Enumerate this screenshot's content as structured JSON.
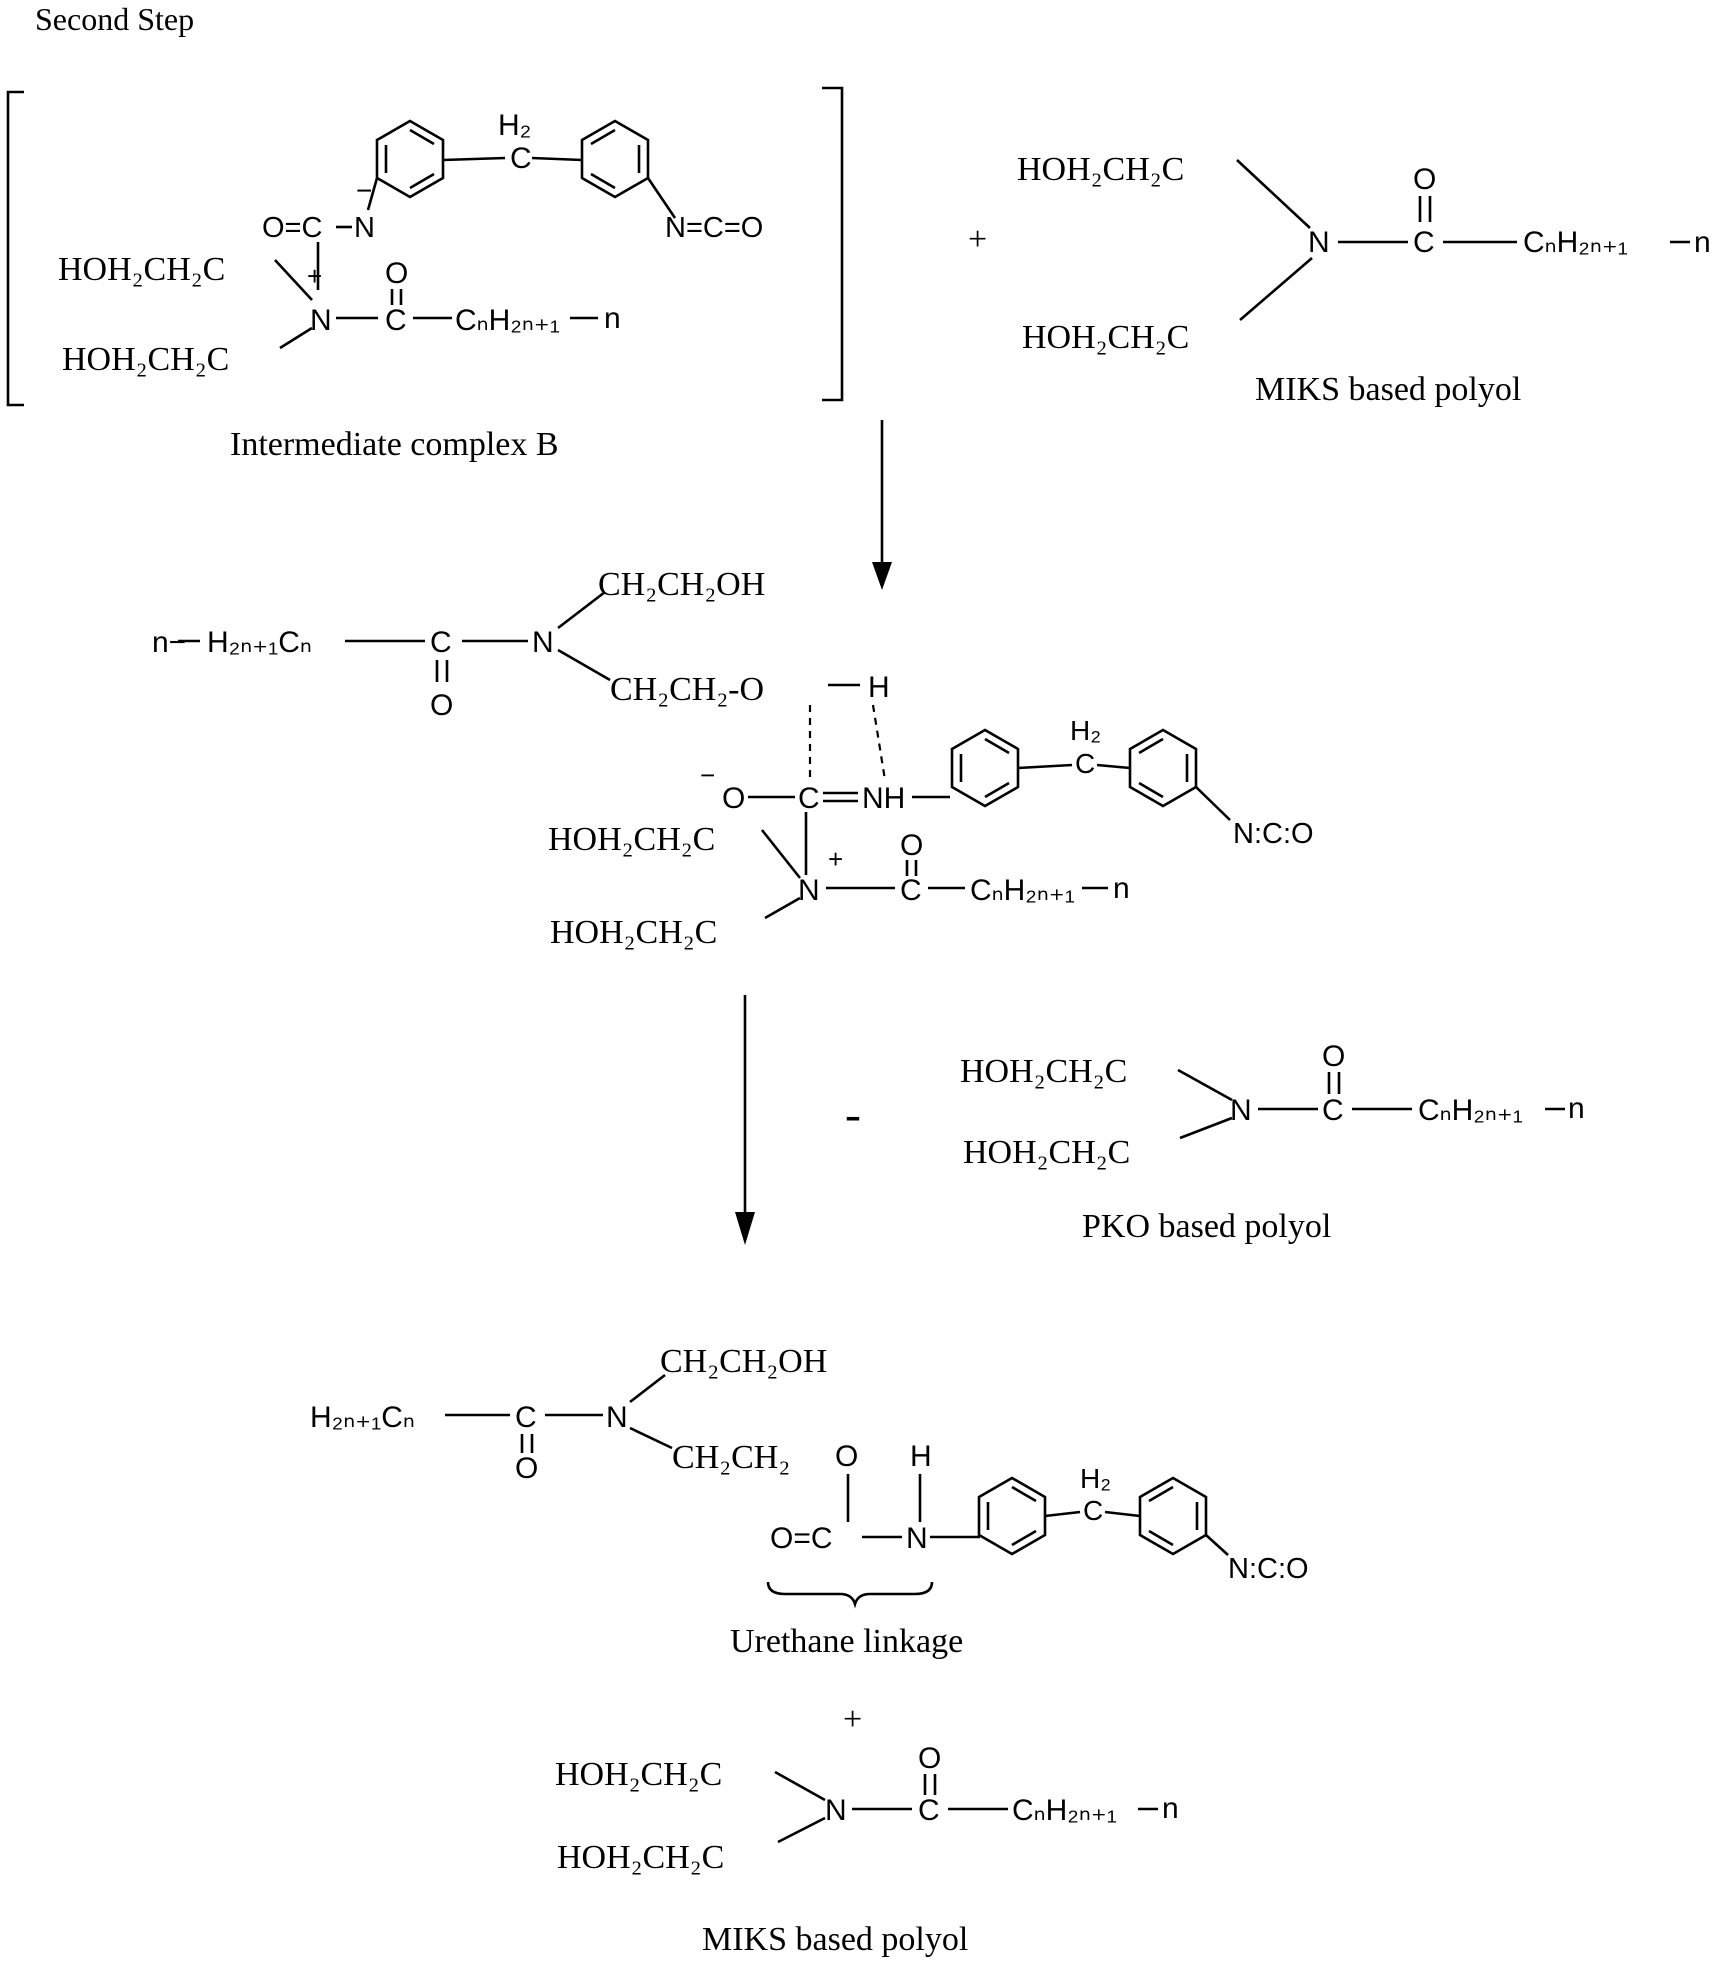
{
  "title": "Second Step",
  "labels": {
    "intermediate_b": "Intermediate complex B",
    "miks_polyol_top": "MIKS based polyol",
    "pko_polyol": "PKO based polyol",
    "urethane_linkage": "Urethane linkage",
    "miks_polyol_bottom": "MIKS based polyol"
  },
  "signs": {
    "plus_top": "+",
    "minus_mid": "-",
    "plus_bottom": "+",
    "charge_plus": "+",
    "charge_minus": "−"
  },
  "atoms": {
    "o": "O",
    "n": "N",
    "c": "C",
    "h": "H",
    "nh": "NH",
    "nco": "N=C=O",
    "nco_dot": "N:C:O",
    "o_eq_c": "O=C",
    "o_minus": "O",
    "ch2oh_chain": "CH₂CH₂OH",
    "ch2ch2_o": "CH₂CH₂-O",
    "ch2ch2": "CH₂CH₂",
    "hoh2ch2c": "HOH₂CH₂C",
    "h2": "H₂",
    "cnh2n1": "CₙH₂ₙ₊₁",
    "h2n1cn": "H₂ₙ₊₁Cₙ",
    "n_end": "n",
    "n_dash": "n−"
  }
}
